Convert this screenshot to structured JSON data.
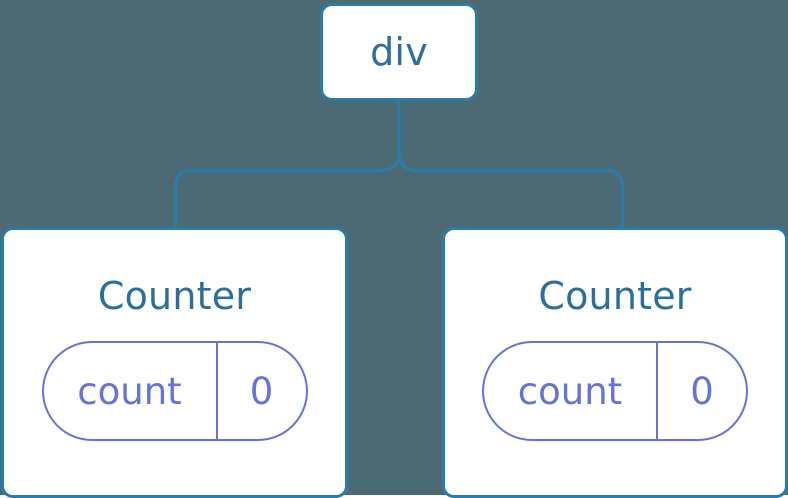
{
  "diagram": {
    "type": "component-tree",
    "background_color": "#4b6a73",
    "edge_color": "#2a7cab",
    "node_border_color": "#2a7cab",
    "node_fill_color": "#ffffff",
    "node_label_color": "#2d6f9c",
    "state_color": "#6674d8",
    "root": {
      "label": "div"
    },
    "children": [
      {
        "label": "Counter",
        "state": {
          "key": "count",
          "value": "0"
        }
      },
      {
        "label": "Counter",
        "state": {
          "key": "count",
          "value": "0"
        }
      }
    ],
    "edges": [
      {
        "from": "div",
        "to": "Counter (left)"
      },
      {
        "from": "div",
        "to": "Counter (right)"
      }
    ]
  }
}
